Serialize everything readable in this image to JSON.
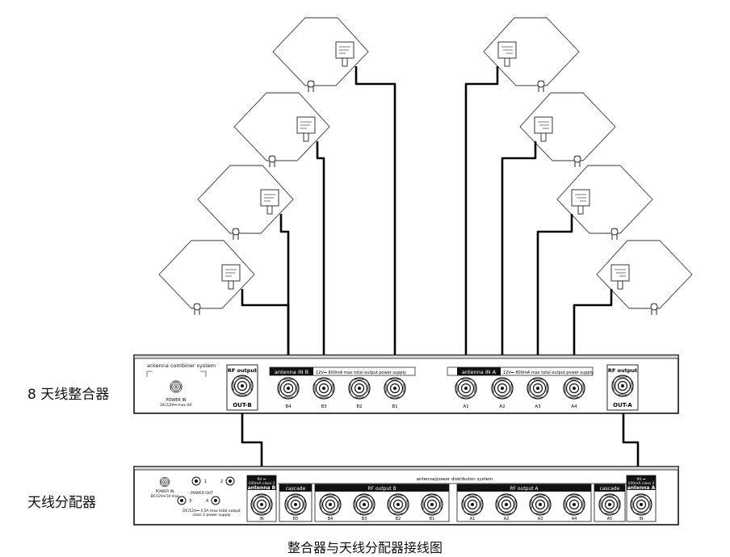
{
  "labels": {
    "combiner": "8 天线整合器",
    "distributor": "天线分配器",
    "caption": "整合器与天线分配器接线图"
  },
  "combiner": {
    "name": "antenna combiner system",
    "power_label": "POWER IN",
    "power_spec": "DC/12V⎓ max 0A",
    "rf_output": "RF output",
    "out_b": "OUT-B",
    "out_a": "OUT-A",
    "group_b": "antenna IN B",
    "group_a": "antenna IN A",
    "supply_b": "12V⎓ 800mA max total output power supply",
    "supply_a": "12V⎓ 800mA max total output power supply",
    "ports_b": [
      "B4",
      "B3",
      "B2",
      "B1"
    ],
    "ports_a": [
      "A1",
      "A2",
      "A3",
      "A4"
    ]
  },
  "distributor": {
    "name": "antenna/power distributon system",
    "power_label": "POWER IN",
    "power_spec": "DC/12V⎓ 5A max",
    "power_out": "POWER OUT",
    "power_out_ports": [
      "1",
      "2",
      "3",
      "4"
    ],
    "power_note_1": "DC/12V⎓ 4.5A max total output",
    "power_note_2": "class 2 power supply",
    "ant_b_spec_1": "9V ⎓",
    "ant_b_spec_2": "100mA class 2",
    "ant_b_title": "antenna B",
    "ant_a_spec_1": "9V ⎓",
    "ant_a_spec_2": "100mA class 2",
    "ant_a_title": "antenna A",
    "cascade_b": "cascade",
    "cascade_a": "cascade",
    "rf_out_b": "RF output B",
    "rf_out_a": "RF output A",
    "in_label_b": "IN",
    "in_label_a": "IN",
    "cascade_b_port": "B5",
    "cascade_a_port": "A5",
    "out_b_ports": [
      "B4",
      "B3",
      "B2",
      "B1"
    ],
    "out_a_ports": [
      "A1",
      "A2",
      "A3",
      "A4"
    ]
  }
}
